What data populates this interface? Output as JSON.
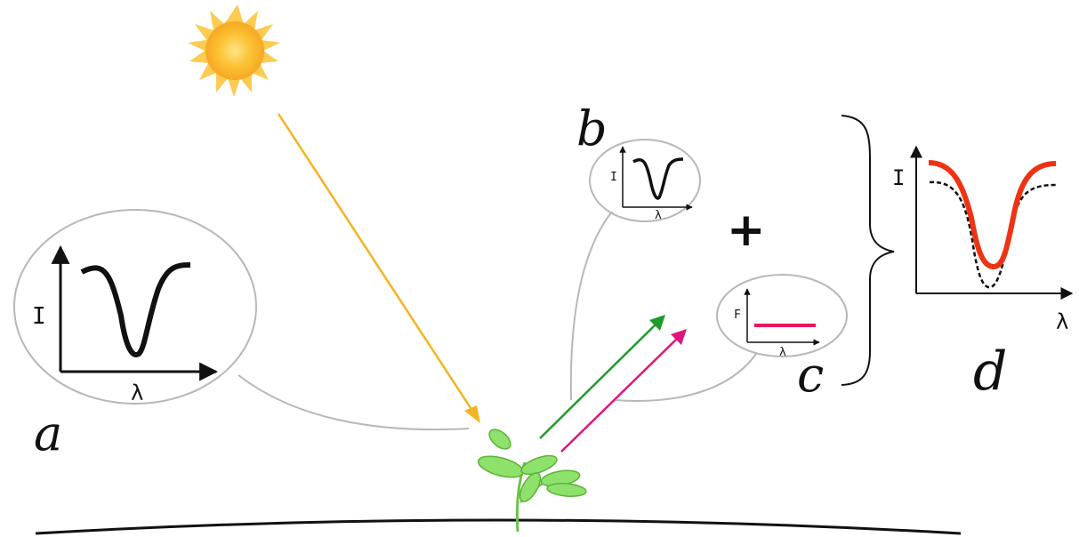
{
  "panels": {
    "a": {
      "label": "a",
      "ylabel": "I",
      "xlabel": "λ"
    },
    "b": {
      "label": "b",
      "ylabel": "I",
      "xlabel": "λ"
    },
    "c": {
      "label": "c",
      "ylabel": "F",
      "xlabel": "λ"
    },
    "d": {
      "label": "d",
      "ylabel": "I",
      "xlabel": "λ"
    }
  },
  "plus_sign": "+",
  "icons": {
    "sun": "sun-icon",
    "plant": "plant-icon"
  },
  "colors": {
    "sunlight_arrow": "#f5b323",
    "reflected_arrow": "#1e9b2a",
    "fluorescence_arrow": "#e0157e",
    "fluorescence_line": "#e8185a",
    "combined_curve": "#ee3314",
    "sun": "#fcc233",
    "plant": "#7ed957"
  }
}
